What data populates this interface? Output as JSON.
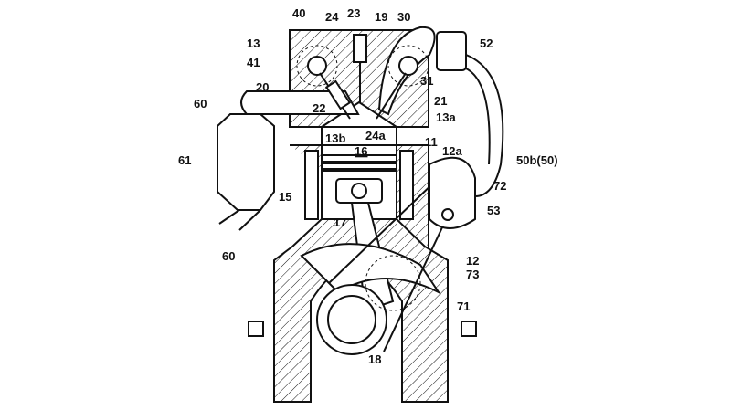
{
  "figure": {
    "labels": {
      "l40": "40",
      "l24": "24",
      "l23": "23",
      "l19": "19",
      "l30": "30",
      "l13": "13",
      "l41": "41",
      "l52": "52",
      "l31": "31",
      "l20": "20",
      "l60a": "60",
      "l21": "21",
      "l22": "22",
      "l13a": "13a",
      "l13b": "13b",
      "l24a": "24a",
      "l16": "16",
      "l11": "11",
      "l12a": "12a",
      "l61": "61",
      "l50b": "50b(50)",
      "l15": "15",
      "l72": "72",
      "l17": "17",
      "l53": "53",
      "l60b": "60",
      "l12": "12",
      "l73": "73",
      "l71": "71",
      "l18": "18"
    }
  }
}
